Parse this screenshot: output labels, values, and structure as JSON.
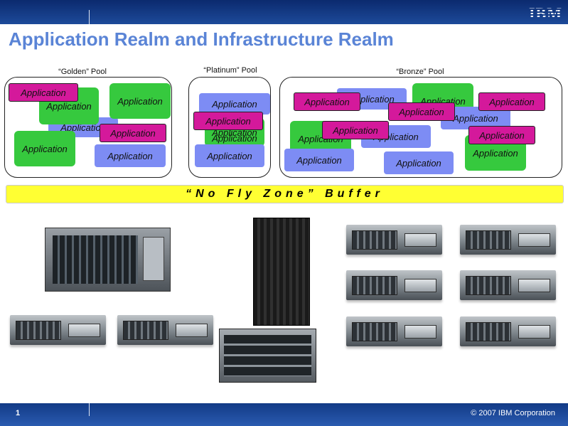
{
  "slide": {
    "title": "Application Realm and Infrastructure Realm",
    "buffer_label": "“No Fly Zone” Buffer",
    "page_number": "1",
    "copyright": "© 2007 IBM  Corporation",
    "logo": "IBM"
  },
  "pools": [
    {
      "label": "“Golden” Pool"
    },
    {
      "label": "“Platinum” Pool"
    },
    {
      "label": "“Bronze” Pool"
    }
  ],
  "app_label": "Application",
  "colors": {
    "green_app": "#36c93e",
    "blue_app": "#7d8cf4",
    "magenta_app": "#d4199b",
    "title_blue": "#5a84d6",
    "buffer_yellow": "#ffff33",
    "header_navy": "#0b2a6e"
  }
}
